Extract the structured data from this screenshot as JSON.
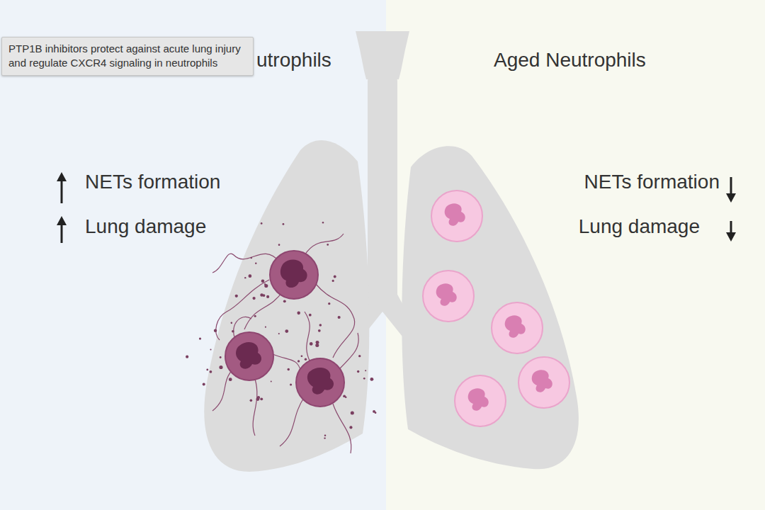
{
  "diagram": {
    "nodes": [
      {
        "text": [
          "PTP1B inhibitors protect against acute lung injury and regulate CXCR4 signaling in neutrophils"
        ]
      }
    ],
    "labels": [
      "utrophils",
      "Aged Neutrophils",
      "NETs formation",
      "Lung damage",
      "NETs formation",
      "Lung damage"
    ]
  }
}
